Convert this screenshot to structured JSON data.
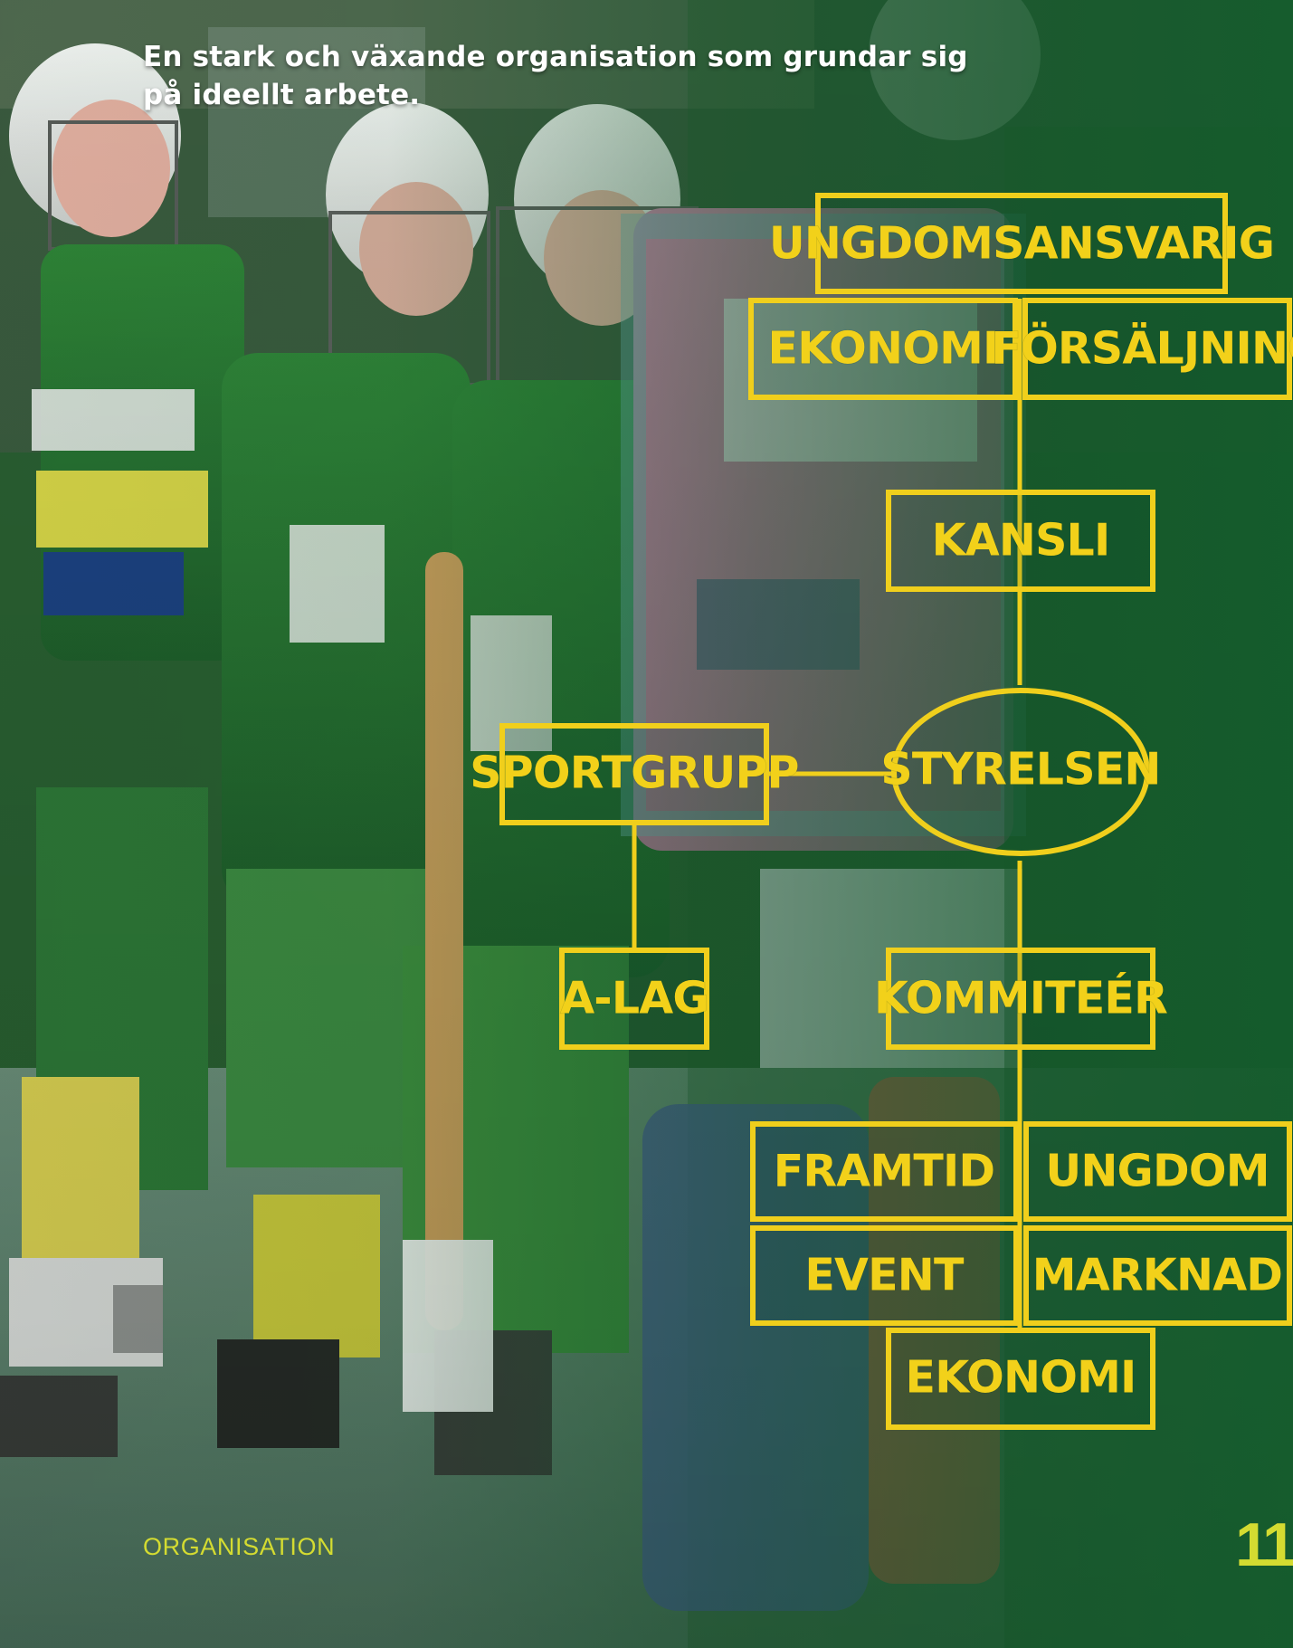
{
  "headline": {
    "line1": "En stark och växande organisation som grundar sig",
    "line2": "på ideellt arbete."
  },
  "org_chart": {
    "ungdomsansvarig": "UNGDOMSANSVARIG",
    "ekonomi_top": "EKONOMI",
    "forsaljning": "FÖRSÄLJNING",
    "kansli": "KANSLI",
    "sportgrupp": "SPORTGRUPP",
    "styrelsen": "STYRELSEN",
    "a_lag": "A-LAG",
    "kommiteer": "KOMMITEÉR",
    "framtid": "FRAMTID",
    "ungdom": "UNGDOM",
    "event": "EVENT",
    "marknad": "MARKNAD",
    "ekonomi_bottom": "EKONOMI"
  },
  "footer": {
    "section_label": "ORGANISATION",
    "page_number": "11"
  },
  "colors": {
    "accent": "#f0cf1c",
    "label_text": "#d4db31",
    "background_green": "#1f5a2c"
  }
}
